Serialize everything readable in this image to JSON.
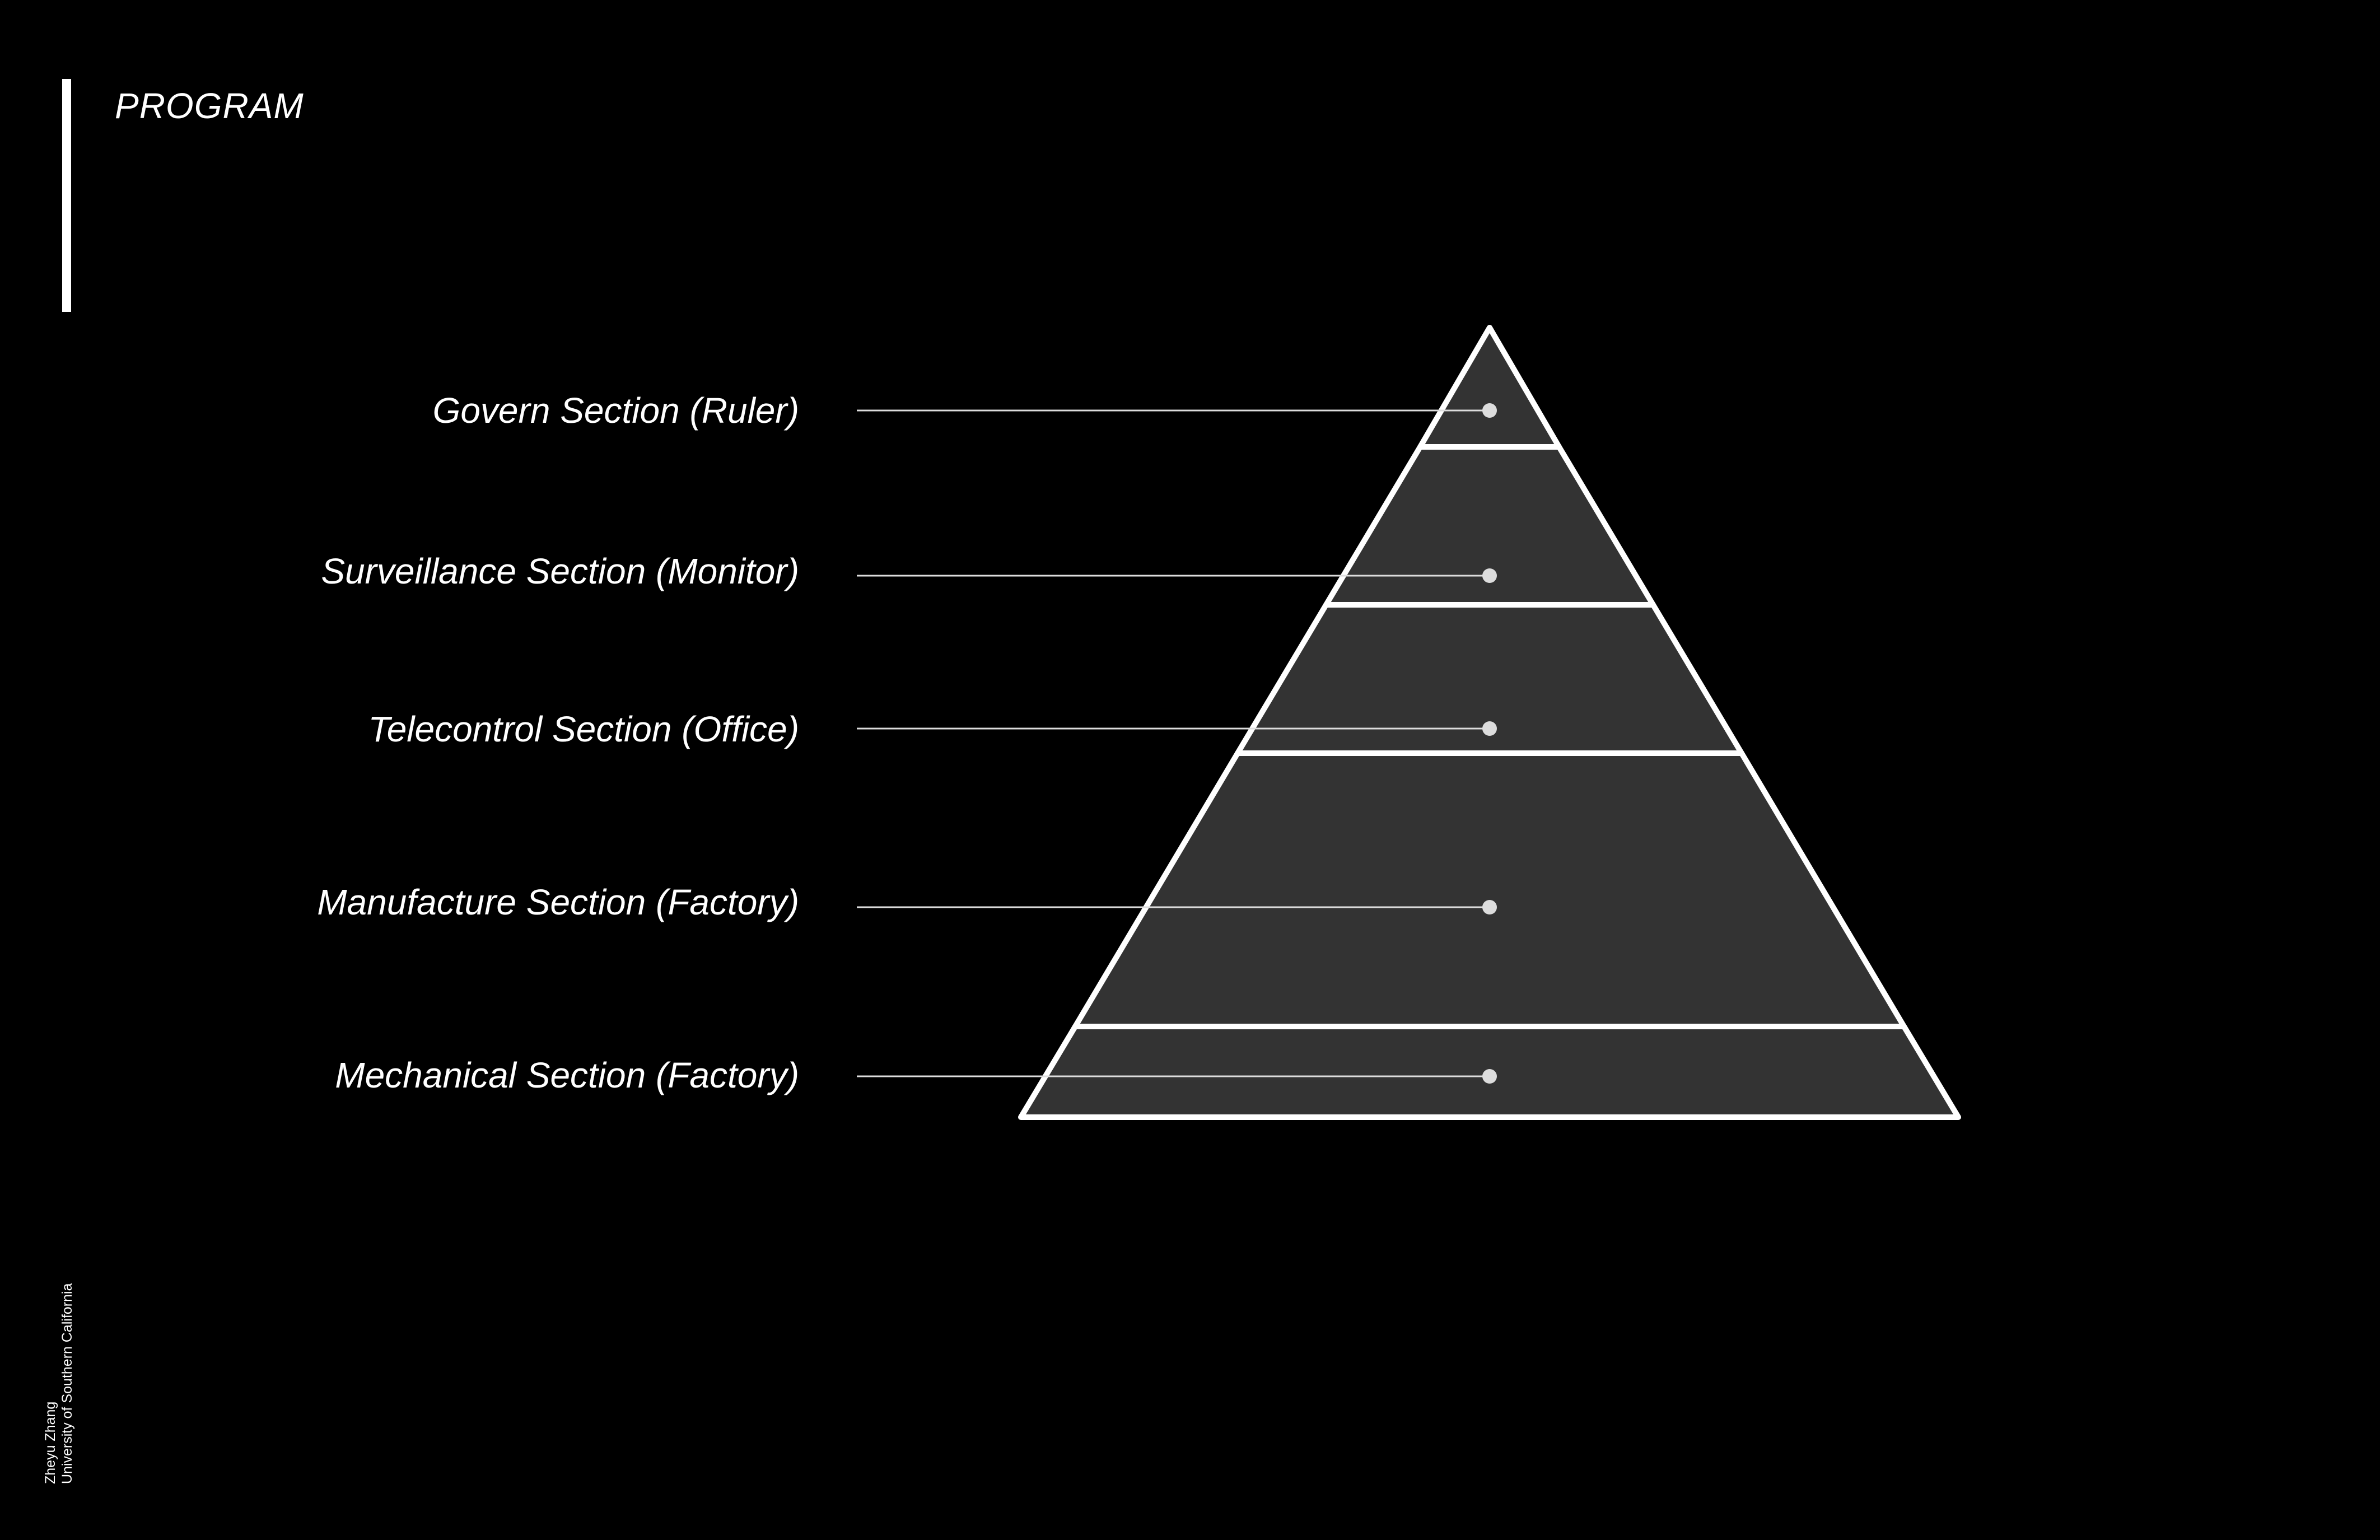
{
  "header": {
    "title": "PROGRAM"
  },
  "pyramid": {
    "fill_color": "#333333",
    "stroke_color": "#ffffff",
    "leader_color": "#dddddd",
    "levels": [
      {
        "label": "Govern Section (Ruler)"
      },
      {
        "label": "Surveillance Section (Monitor)"
      },
      {
        "label": "Telecontrol Section (Office)"
      },
      {
        "label": "Manufacture Section (Factory)"
      },
      {
        "label": "Mechanical Section (Factory)"
      }
    ]
  },
  "footer": {
    "author": "Zheyu Zhang",
    "institution": "University of Southern California"
  }
}
